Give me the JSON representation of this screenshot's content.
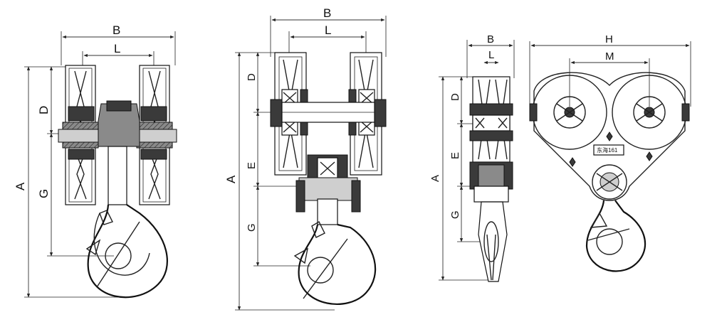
{
  "figures": [
    {
      "id": "hook-block-two-sheave-side",
      "dimensions": {
        "B": "B",
        "L": "L",
        "A": "A",
        "D": "D",
        "G": "G"
      }
    },
    {
      "id": "hook-block-two-sheave-frame",
      "dimensions": {
        "B": "B",
        "L": "L",
        "A": "A",
        "D": "D",
        "E": "E",
        "G": "G"
      }
    },
    {
      "id": "hook-block-compact-side",
      "dimensions": {
        "B": "B",
        "L": "L",
        "A": "A",
        "D": "D",
        "E": "E",
        "G": "G"
      }
    },
    {
      "id": "hook-block-front",
      "dimensions": {
        "H": "H",
        "M": "M"
      },
      "nameplate": "东海161"
    }
  ],
  "colors": {
    "line": "#222222",
    "fill_dark": "#3a3a3a",
    "fill_mid": "#8a8a8a",
    "background": "#ffffff"
  }
}
